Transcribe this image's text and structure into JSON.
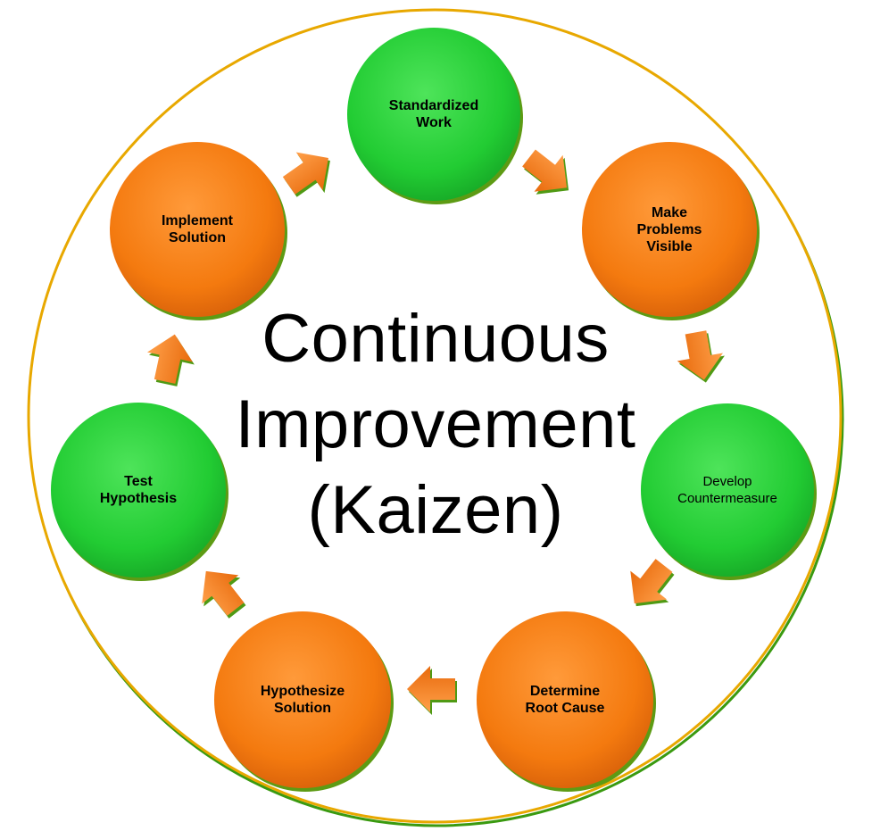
{
  "title_lines": [
    "Continuous",
    "Improvement",
    "(Kaizen)"
  ],
  "colors": {
    "orange": "#f47a0f",
    "green": "#22cc33",
    "ring_gold": "#e8a800",
    "ring_green": "#3a9a10"
  },
  "nodes": [
    {
      "label": "Standardized\nWork",
      "color": "green"
    },
    {
      "label": "Make\nProblems\nVisible",
      "color": "orange"
    },
    {
      "label": "Develop\nCountermeasure",
      "color": "green"
    },
    {
      "label": "Determine\nRoot Cause",
      "color": "orange"
    },
    {
      "label": "Hypothesize\nSolution",
      "color": "orange"
    },
    {
      "label": "Test\nHypothesis",
      "color": "green"
    },
    {
      "label": "Implement\nSolution",
      "color": "orange"
    }
  ]
}
